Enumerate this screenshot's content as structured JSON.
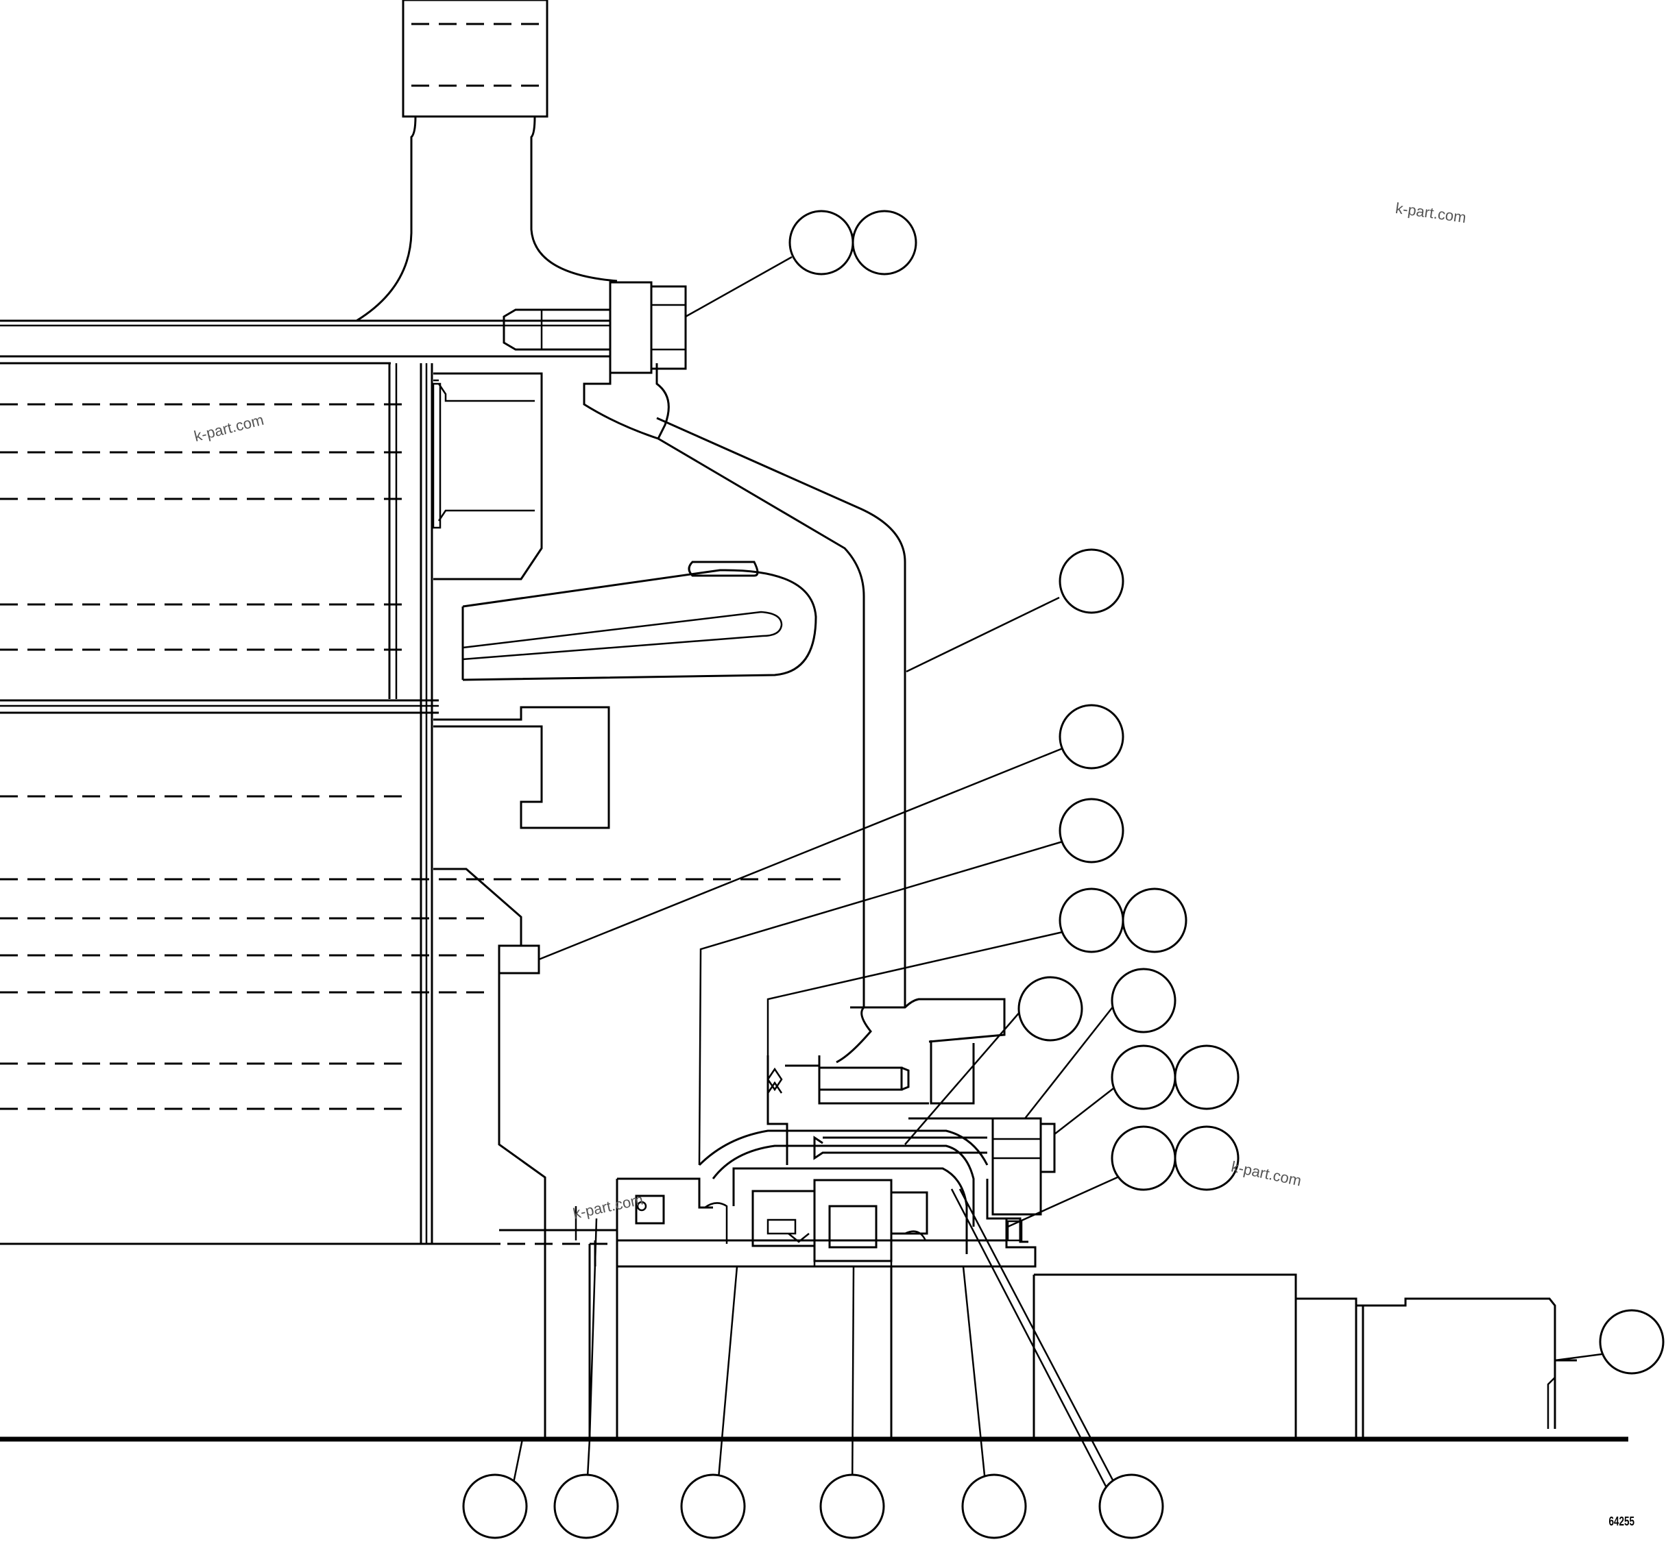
{
  "watermarks": [
    "k-part.com",
    "k-part.com",
    "k-part.com",
    "k-part.com"
  ],
  "figure_number": "64255",
  "callouts": [
    {
      "id": "c1",
      "label": ""
    },
    {
      "id": "c2",
      "label": ""
    },
    {
      "id": "c3",
      "label": ""
    },
    {
      "id": "c4",
      "label": ""
    },
    {
      "id": "c5",
      "label": ""
    },
    {
      "id": "c6",
      "label": ""
    },
    {
      "id": "c7",
      "label": ""
    },
    {
      "id": "c8",
      "label": ""
    },
    {
      "id": "c9",
      "label": ""
    },
    {
      "id": "c10",
      "label": ""
    },
    {
      "id": "c11",
      "label": ""
    },
    {
      "id": "c12",
      "label": ""
    },
    {
      "id": "c13",
      "label": ""
    },
    {
      "id": "c14",
      "label": ""
    },
    {
      "id": "c15",
      "label": ""
    },
    {
      "id": "c16",
      "label": ""
    },
    {
      "id": "c17",
      "label": ""
    },
    {
      "id": "c18",
      "label": ""
    },
    {
      "id": "c19",
      "label": ""
    },
    {
      "id": "c20",
      "label": ""
    },
    {
      "id": "c21",
      "label": ""
    }
  ]
}
